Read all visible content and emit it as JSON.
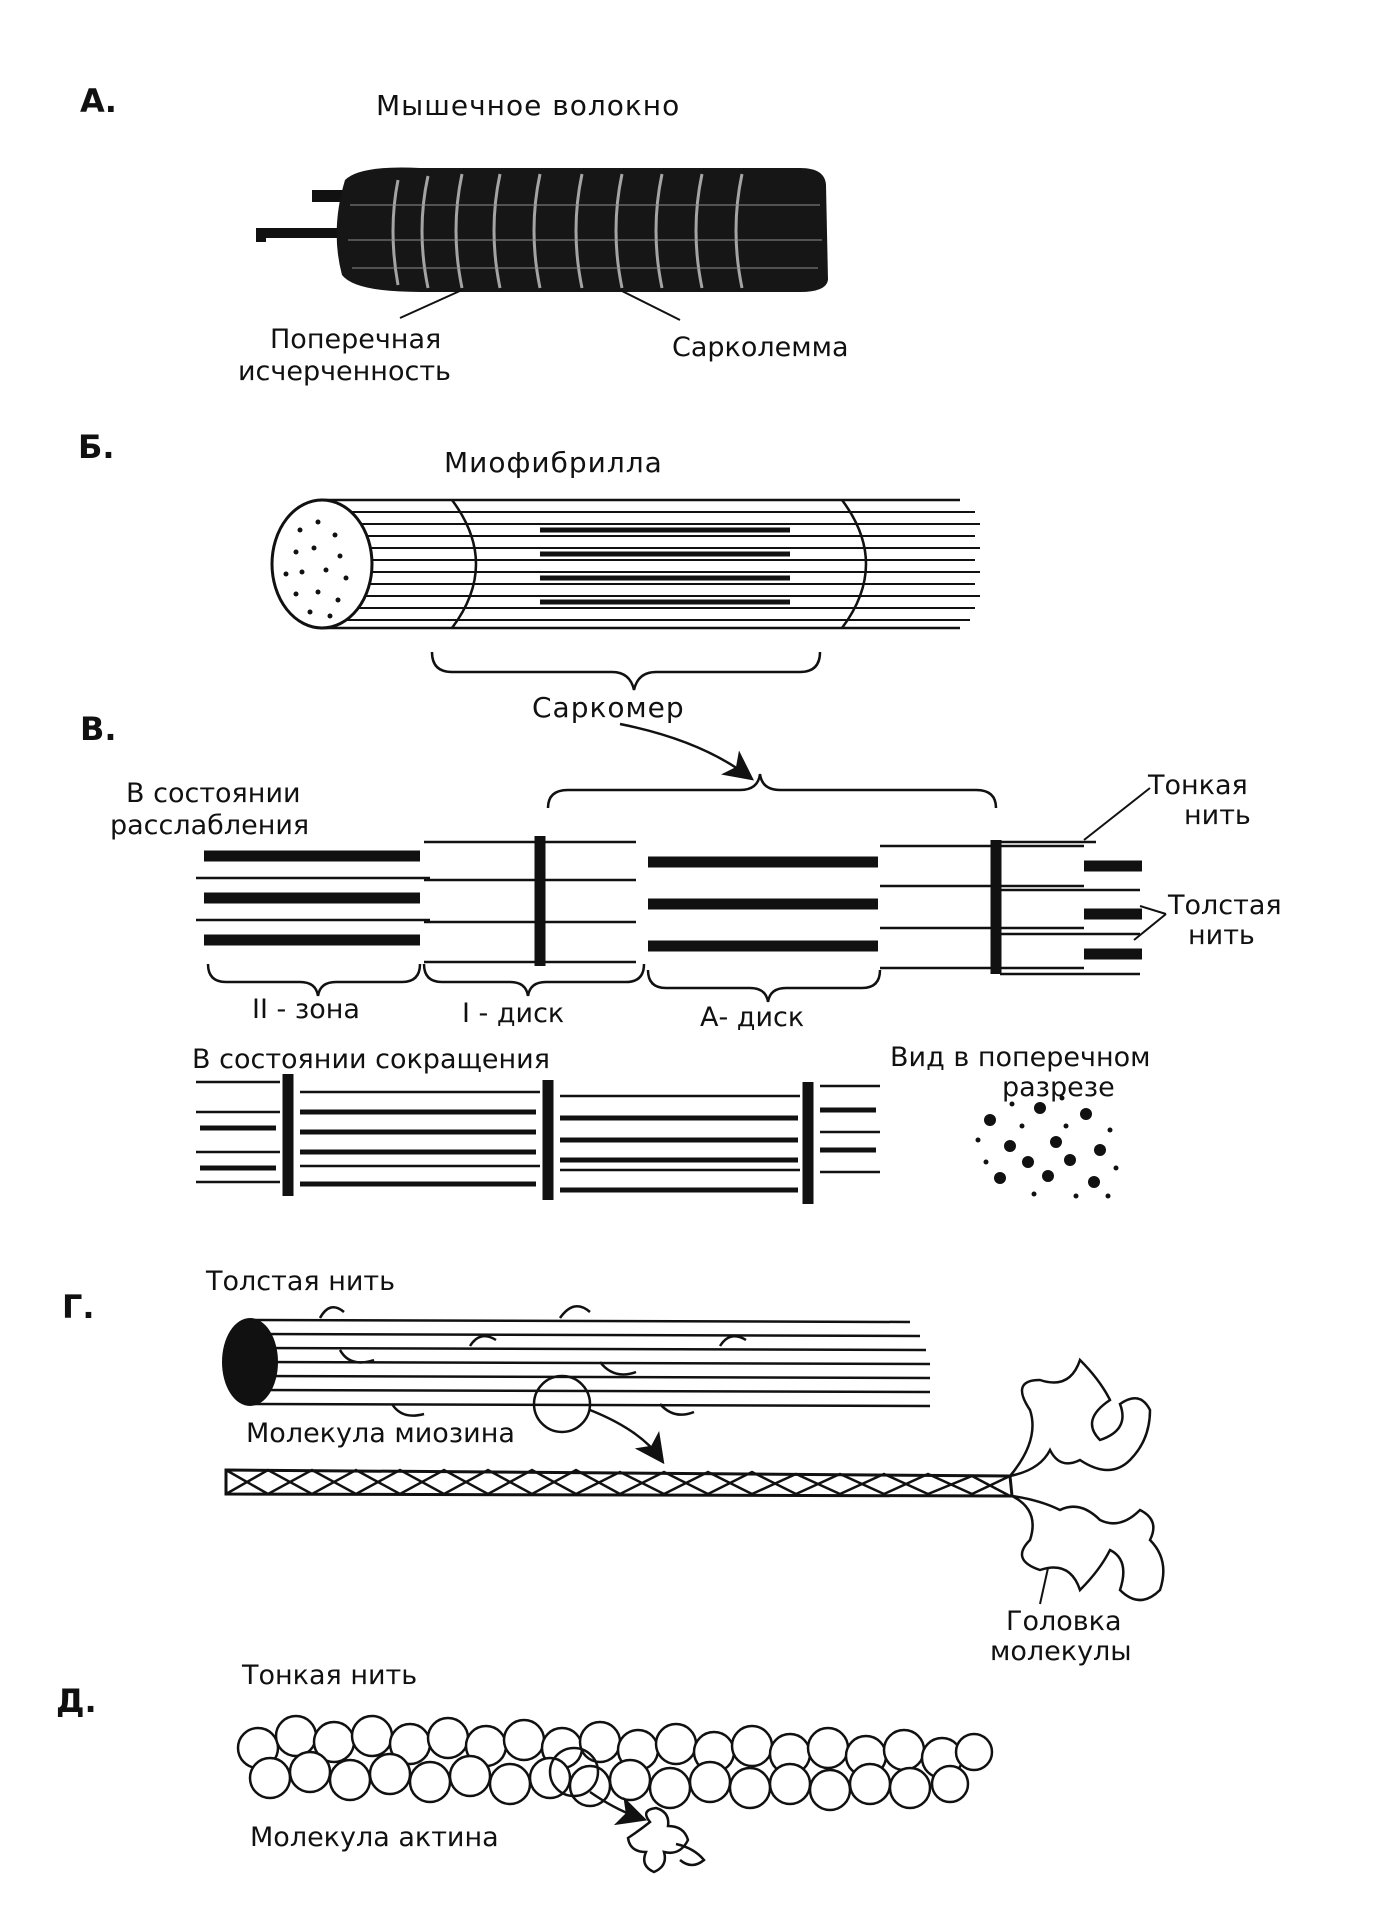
{
  "sections": {
    "a": "А.",
    "b": "Б.",
    "v": "В.",
    "g": "Г.",
    "d": "Д."
  },
  "labels": {
    "muscle_fiber": "Мышечное волокно",
    "striation_line1": "Поперечная",
    "striation_line2": "исчерченность",
    "sarcolemma": "Сарколемма",
    "myofibril": "Миофибрилла",
    "sarcomere": "Саркомер",
    "relaxed_line1": "В состоянии",
    "relaxed_line2": "расслабления",
    "thin_filament_line1": "Тонкая",
    "thin_filament_line2": "нить",
    "thick_filament_line1": "Толстая",
    "thick_filament_line2": "нить",
    "h_zone": "II - зона",
    "i_disc": "I - диск",
    "a_disc": "А- диск",
    "contracted": "В состоянии сокращения",
    "cross_section_line1": "Вид в поперечном",
    "cross_section_line2": "разрезе",
    "thick_filament": "Толстая нить",
    "myosin_molecule": "Молекула миозина",
    "molecule_head_line1": "Головка",
    "molecule_head_line2": "молекулы",
    "thin_filament": "Тонкая нить",
    "actin_molecule": "Молекула актина"
  }
}
